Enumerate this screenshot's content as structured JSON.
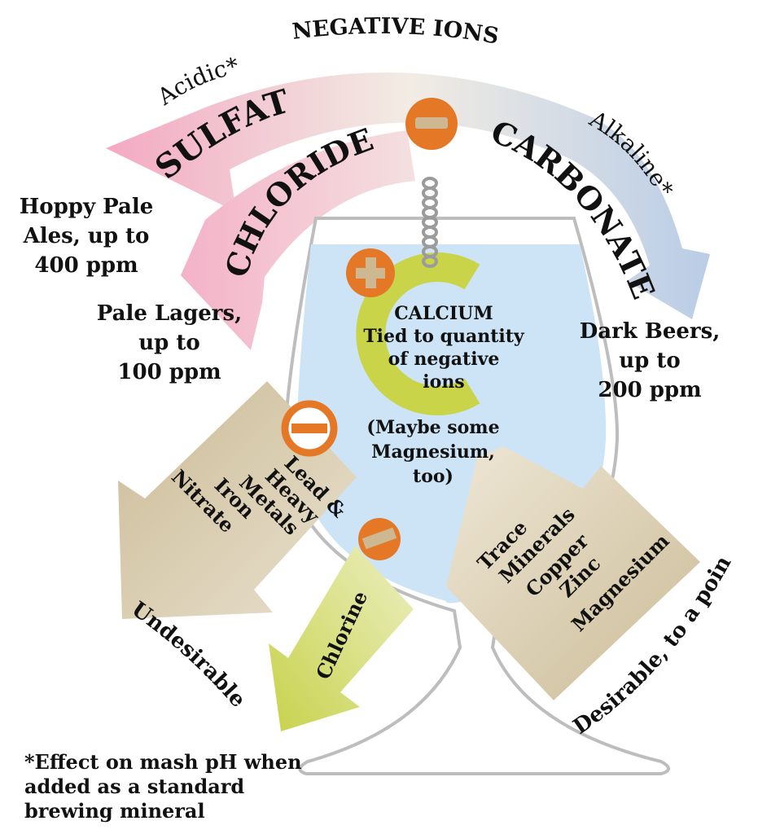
{
  "title": "NEGATIVE IONS",
  "arcs": {
    "sulfate": {
      "label": "SULFATE"
    },
    "chloride": {
      "label": "CHLORIDE"
    },
    "carbonate": {
      "label": "CARBONATE"
    }
  },
  "side_labels": {
    "acidic": "Acidic*",
    "alkaline": "Alkaline*",
    "undesirable": "Undesirable",
    "desirable": "Desirable, to a point"
  },
  "levels": {
    "hoppy_pale_ales": [
      "Hoppy Pale",
      "Ales, up to",
      "400 ppm"
    ],
    "pale_lagers": [
      "Pale Lagers,",
      "up to",
      "100 ppm"
    ],
    "dark_beers": [
      "Dark Beers,",
      "up to",
      "200 ppm"
    ]
  },
  "calcium": {
    "lines": [
      "CALCIUM",
      "Tied to quantity",
      "of negative",
      "ions"
    ],
    "magnesium_note": [
      "(Maybe some",
      "Magnesium,",
      "too)"
    ]
  },
  "undesirable_box": [
    "Lead &",
    "Heavy",
    "Metals",
    "Iron",
    "Nitrate"
  ],
  "desirable_box": [
    "Trace",
    "Minerals",
    "Copper",
    "Zinc",
    "Magnesium"
  ],
  "chlorine": "Chlorine",
  "footnote": [
    "*Effect on mash pH when",
    "added as a standard",
    "brewing mineral"
  ],
  "colors": {
    "sulfate_pink": "#f5b5c8",
    "carbonate_blue": "#c3d4e8",
    "water": "#cce4f6",
    "calcium_green": "#c9d33a",
    "ion_orange": "#e57826",
    "box_tan": "#d8ccb0",
    "chlorine_green": "#d5df7a"
  }
}
